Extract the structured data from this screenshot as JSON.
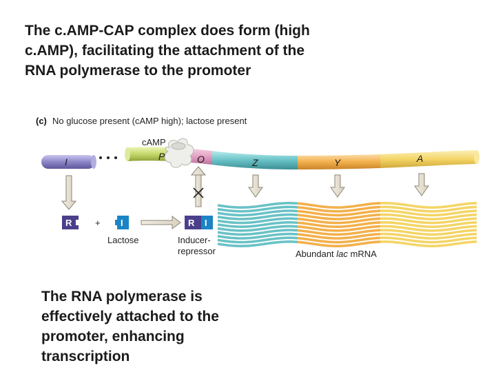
{
  "text": {
    "top": "The c.AMP-CAP complex does form (high c.AMP), facilitating the attachment of the RNA polymerase to the promoter",
    "bottom": "The RNA polymerase is effectively attached to the promoter, enhancing transcription"
  },
  "figure": {
    "panel_letter": "(c)",
    "caption": "No glucose present (cAMP high); lactose present",
    "camp_label": "cAMP",
    "genes": {
      "I": "I",
      "P": "P",
      "O": "O",
      "Z": "Z",
      "Y": "Y",
      "A": "A"
    },
    "repressor_box": {
      "r": "R",
      "i": "I"
    },
    "plus": "+",
    "lactose_label": "Lactose",
    "inducer_label_1": "Inducer-",
    "inducer_label_2": "repressor",
    "mrna_label_prefix": "Abundant ",
    "mrna_label_italic": "lac",
    "mrna_label_suffix": " mRNA"
  },
  "colors": {
    "I_gene": "#8d86c9",
    "P_gene": "#c5d86a",
    "O_gene": "#e6a3c6",
    "Z_gene": "#69c2c6",
    "Y_gene": "#f3b04b",
    "A_gene": "#f4d567",
    "repressor": "#4b3f8c",
    "inducer": "#1b84c4"
  }
}
